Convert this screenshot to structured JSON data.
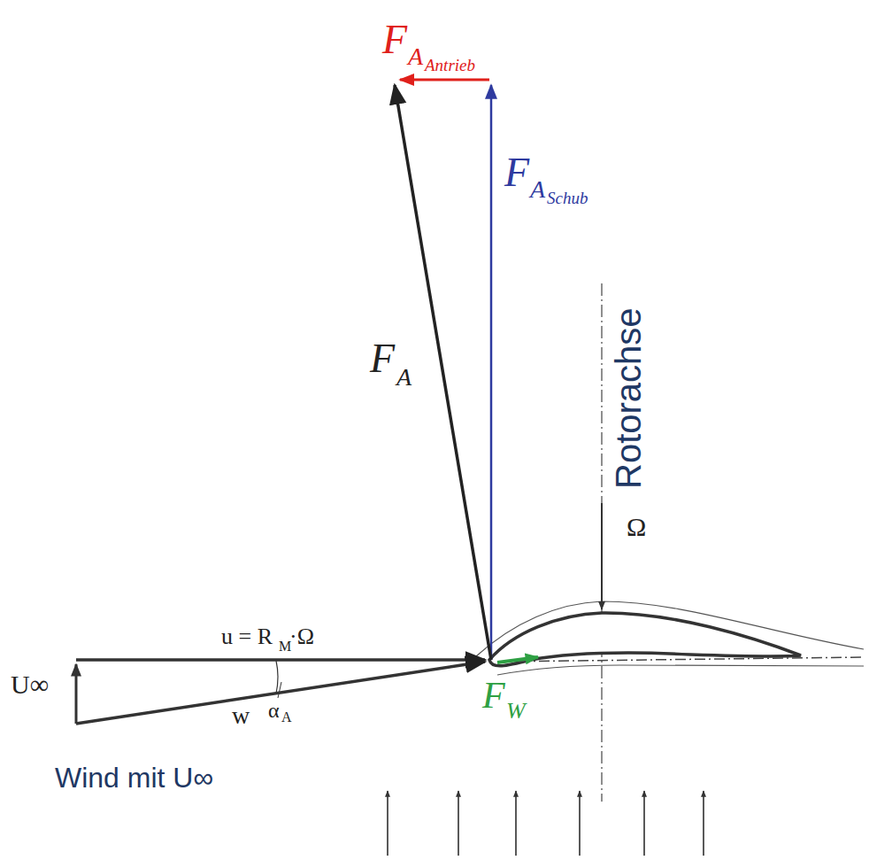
{
  "diagram": {
    "labels": [
      "F",
      "A",
      "Antrieb",
      "F",
      "A",
      "Schub",
      "F",
      "A",
      "Rotorachse",
      "Ω",
      "u = R",
      "M",
      "·Ω",
      "U∞",
      "w",
      "α",
      "A",
      "F",
      "W",
      "Wind mit U∞"
    ]
  }
}
